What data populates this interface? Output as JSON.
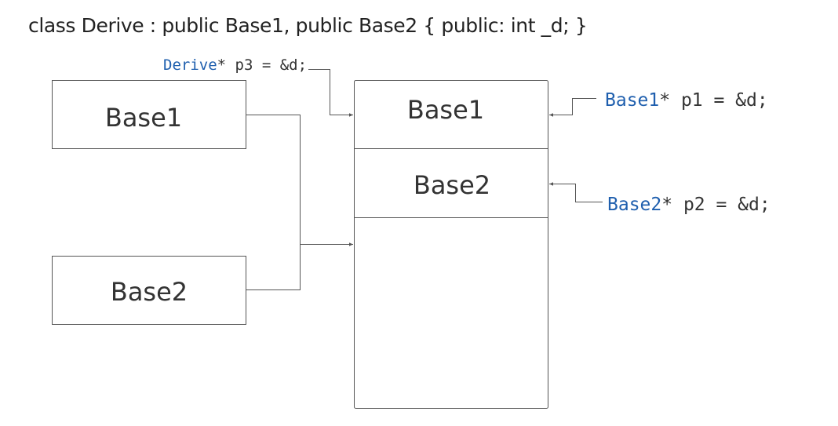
{
  "heading": "class Derive : public Base1, public Base2 { public: int _d; }",
  "left_boxes": {
    "base1_label": "Base1",
    "base2_label": "Base2"
  },
  "derive_object": {
    "base1_label": "Base1",
    "base2_label": "Base2"
  },
  "pointers": {
    "p3": {
      "type": "Derive",
      "rest": "* p3 = &d;"
    },
    "p1": {
      "type": "Base1",
      "rest": "* p1 = &d;"
    },
    "p2": {
      "type": "Base2",
      "rest": "* p2 = &d;"
    }
  },
  "colors": {
    "type_blue": "#1f5fae",
    "line": "#555555",
    "text": "#333333"
  }
}
